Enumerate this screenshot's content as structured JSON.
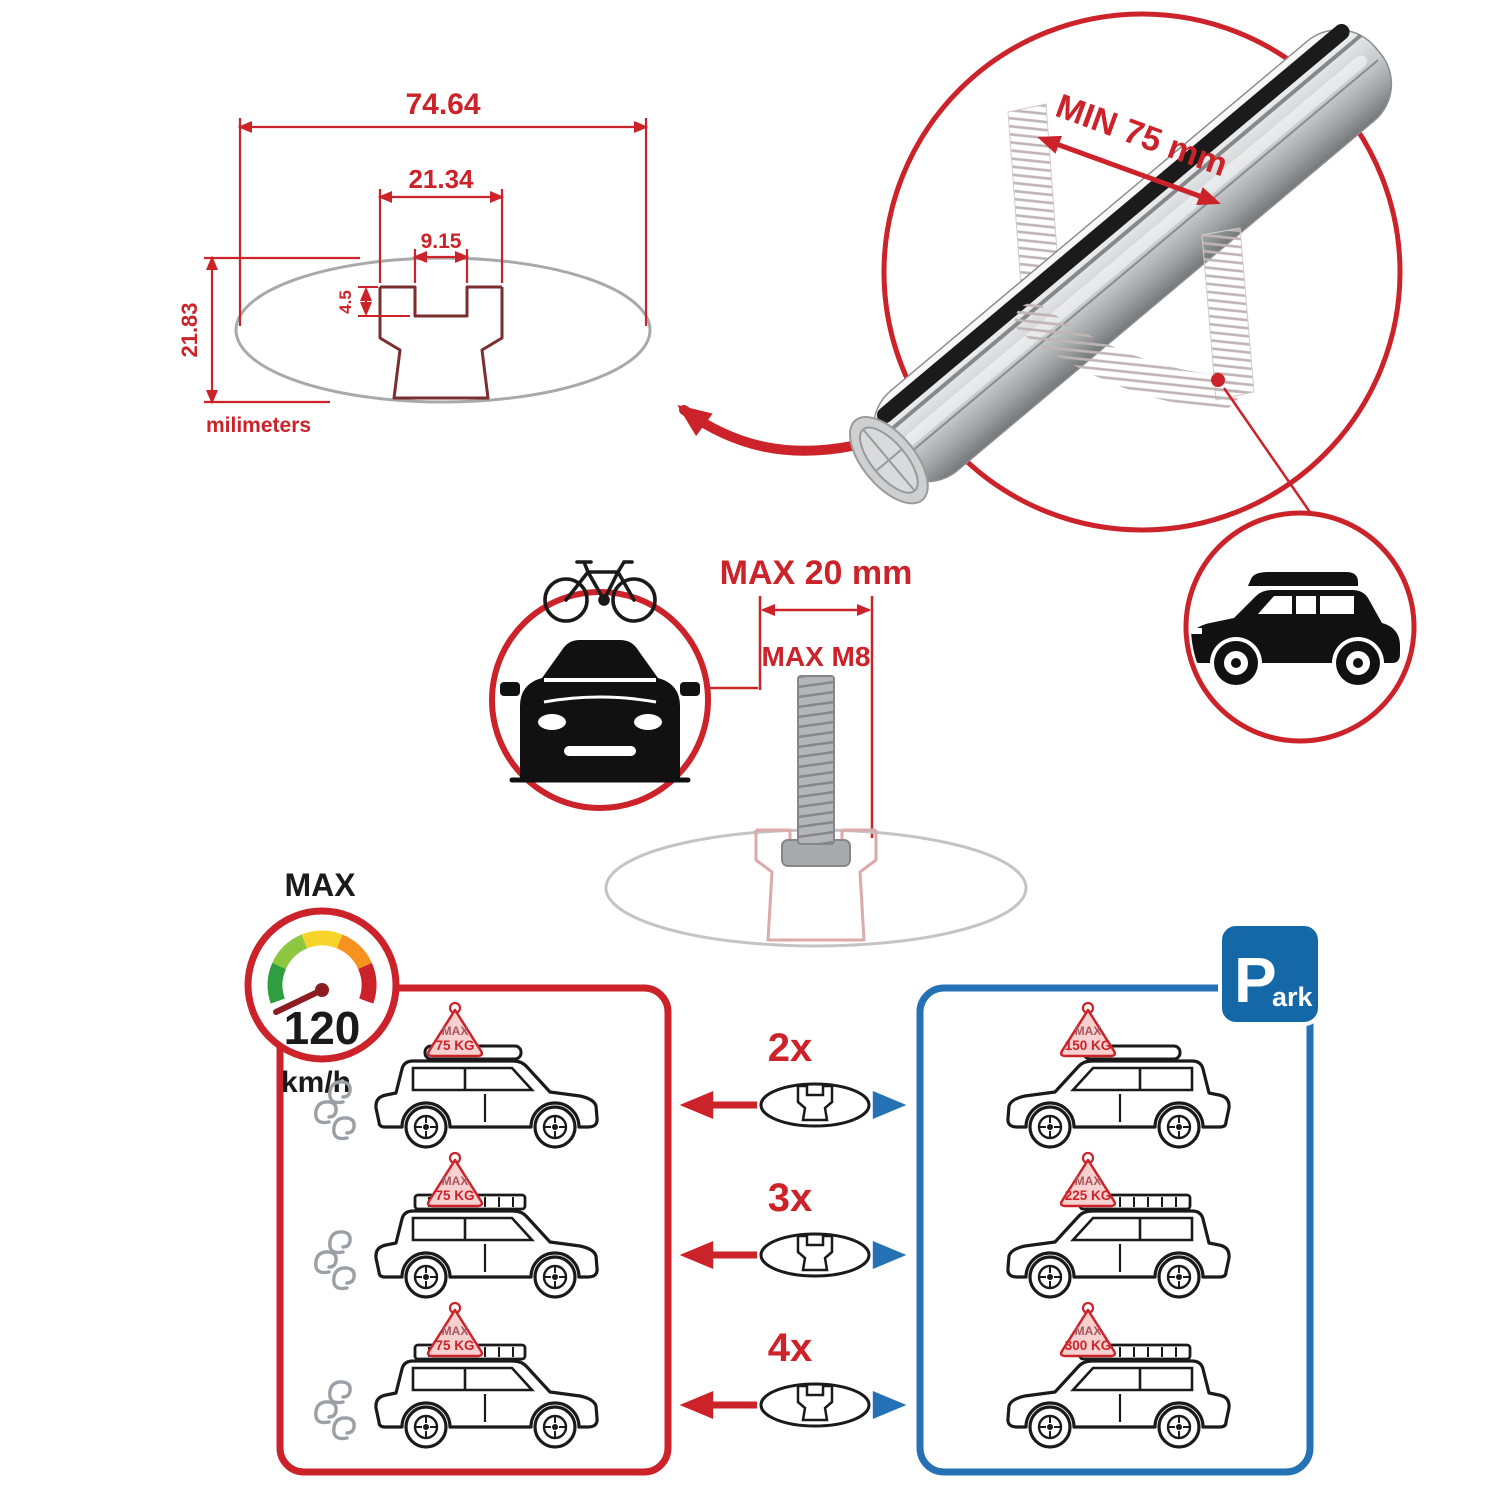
{
  "colors": {
    "red": "#cc2229",
    "blue": "#2471b5",
    "sign_blue": "#1468a8",
    "black": "#1a1a1a",
    "flag_pink": "#f8d0d0",
    "metal_gray": "#c9ccce"
  },
  "technical_drawing": {
    "width_total": "74.64",
    "width_channel": "21.34",
    "width_slot": "9.15",
    "lip_depth": "4.5",
    "height_total": "21.83",
    "units_label": "milimeters"
  },
  "bar_detail": {
    "min_span_label": "MIN 75 mm"
  },
  "bolt_detail": {
    "max_length_label": "MAX 20 mm",
    "max_thread_label": "MAX M8"
  },
  "speed_gauge": {
    "label": "MAX",
    "value": "120",
    "units": "km/h"
  },
  "parking_sign": {
    "letter": "P",
    "suffix": "ark"
  },
  "rows": [
    {
      "qty": "2x",
      "left_flag": {
        "max": "MAX",
        "weight": "75 KG"
      },
      "right_flag": {
        "max": "MAX",
        "weight": "150 KG"
      }
    },
    {
      "qty": "3x",
      "left_flag": {
        "max": "MAX",
        "weight": "75 KG"
      },
      "right_flag": {
        "max": "MAX",
        "weight": "225 KG"
      }
    },
    {
      "qty": "4x",
      "left_flag": {
        "max": "MAX",
        "weight": "75 KG"
      },
      "right_flag": {
        "max": "MAX",
        "weight": "300 KG"
      }
    }
  ]
}
